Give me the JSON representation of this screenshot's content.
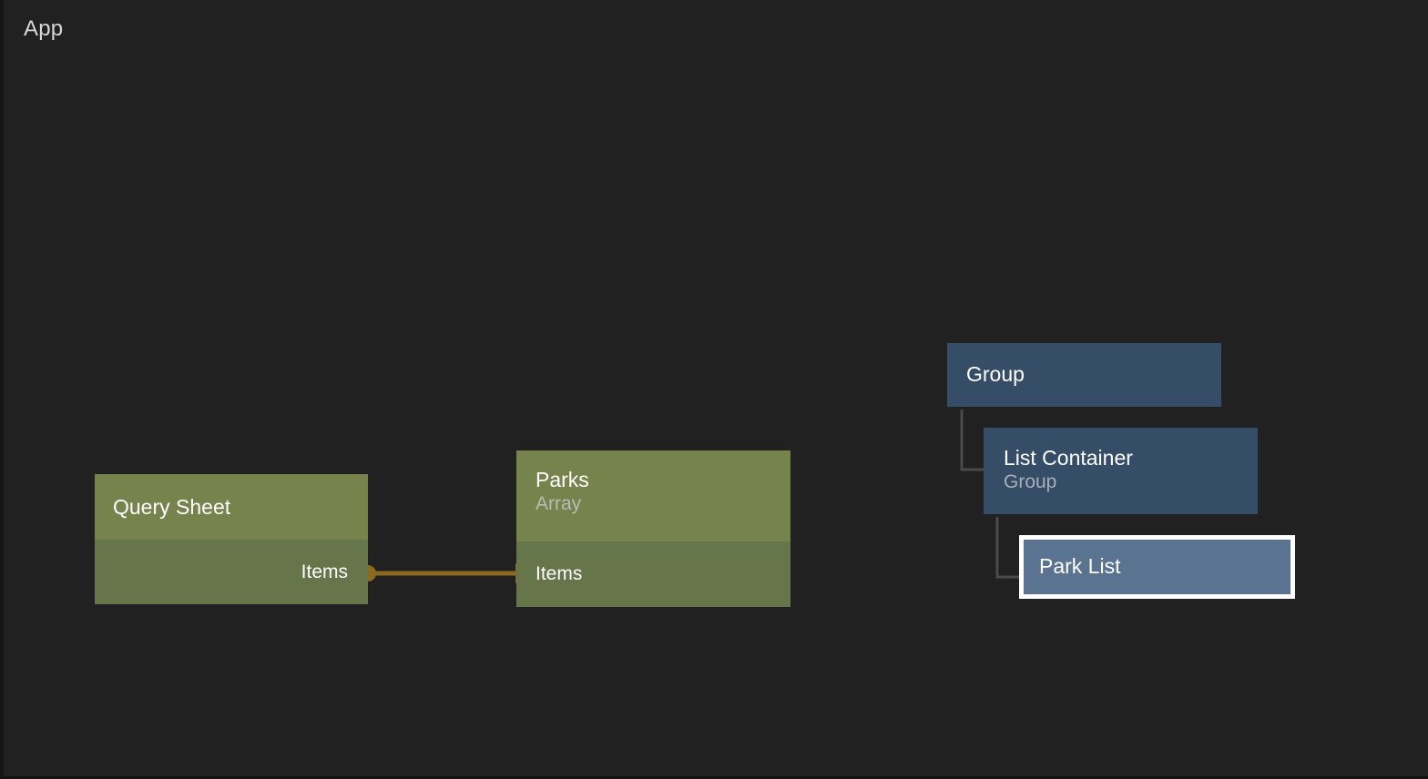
{
  "canvas": {
    "title": "App",
    "background_color": "#212121"
  },
  "colors": {
    "canvas_background": "#212121",
    "olive_header": "#76834C",
    "olive_body": "#67754A",
    "blue_node": "#364D68",
    "blue_selected": "#5A7391",
    "selection_border": "#FFFFFF",
    "edge_amber": "#8B6A1F",
    "tree_link_gray": "#4A4A4A",
    "title_text": "#D8D8D8",
    "subtitle_text": "#B9BCB2"
  },
  "graph": {
    "nodes": [
      {
        "id": "query-sheet",
        "title": "Query Sheet",
        "subtitle": "",
        "port_label": "Items",
        "port_side": "output",
        "kind": "data",
        "selected": false
      },
      {
        "id": "parks",
        "title": "Parks",
        "subtitle": "Array",
        "port_label": "Items",
        "port_side": "input",
        "kind": "data",
        "selected": false
      }
    ],
    "edges": [
      {
        "id": "edge-items",
        "from_node": "query-sheet",
        "from_port": "Items",
        "to_node": "parks",
        "to_port": "Items",
        "color": "#8B6A1F"
      }
    ]
  },
  "tree": {
    "nodes": [
      {
        "id": "group",
        "title": "Group",
        "subtitle": "",
        "depth": 0,
        "selected": false
      },
      {
        "id": "list-container",
        "title": "List Container",
        "subtitle": "Group",
        "depth": 1,
        "selected": false
      },
      {
        "id": "park-list",
        "title": "Park List",
        "subtitle": "",
        "depth": 2,
        "selected": true
      }
    ]
  }
}
